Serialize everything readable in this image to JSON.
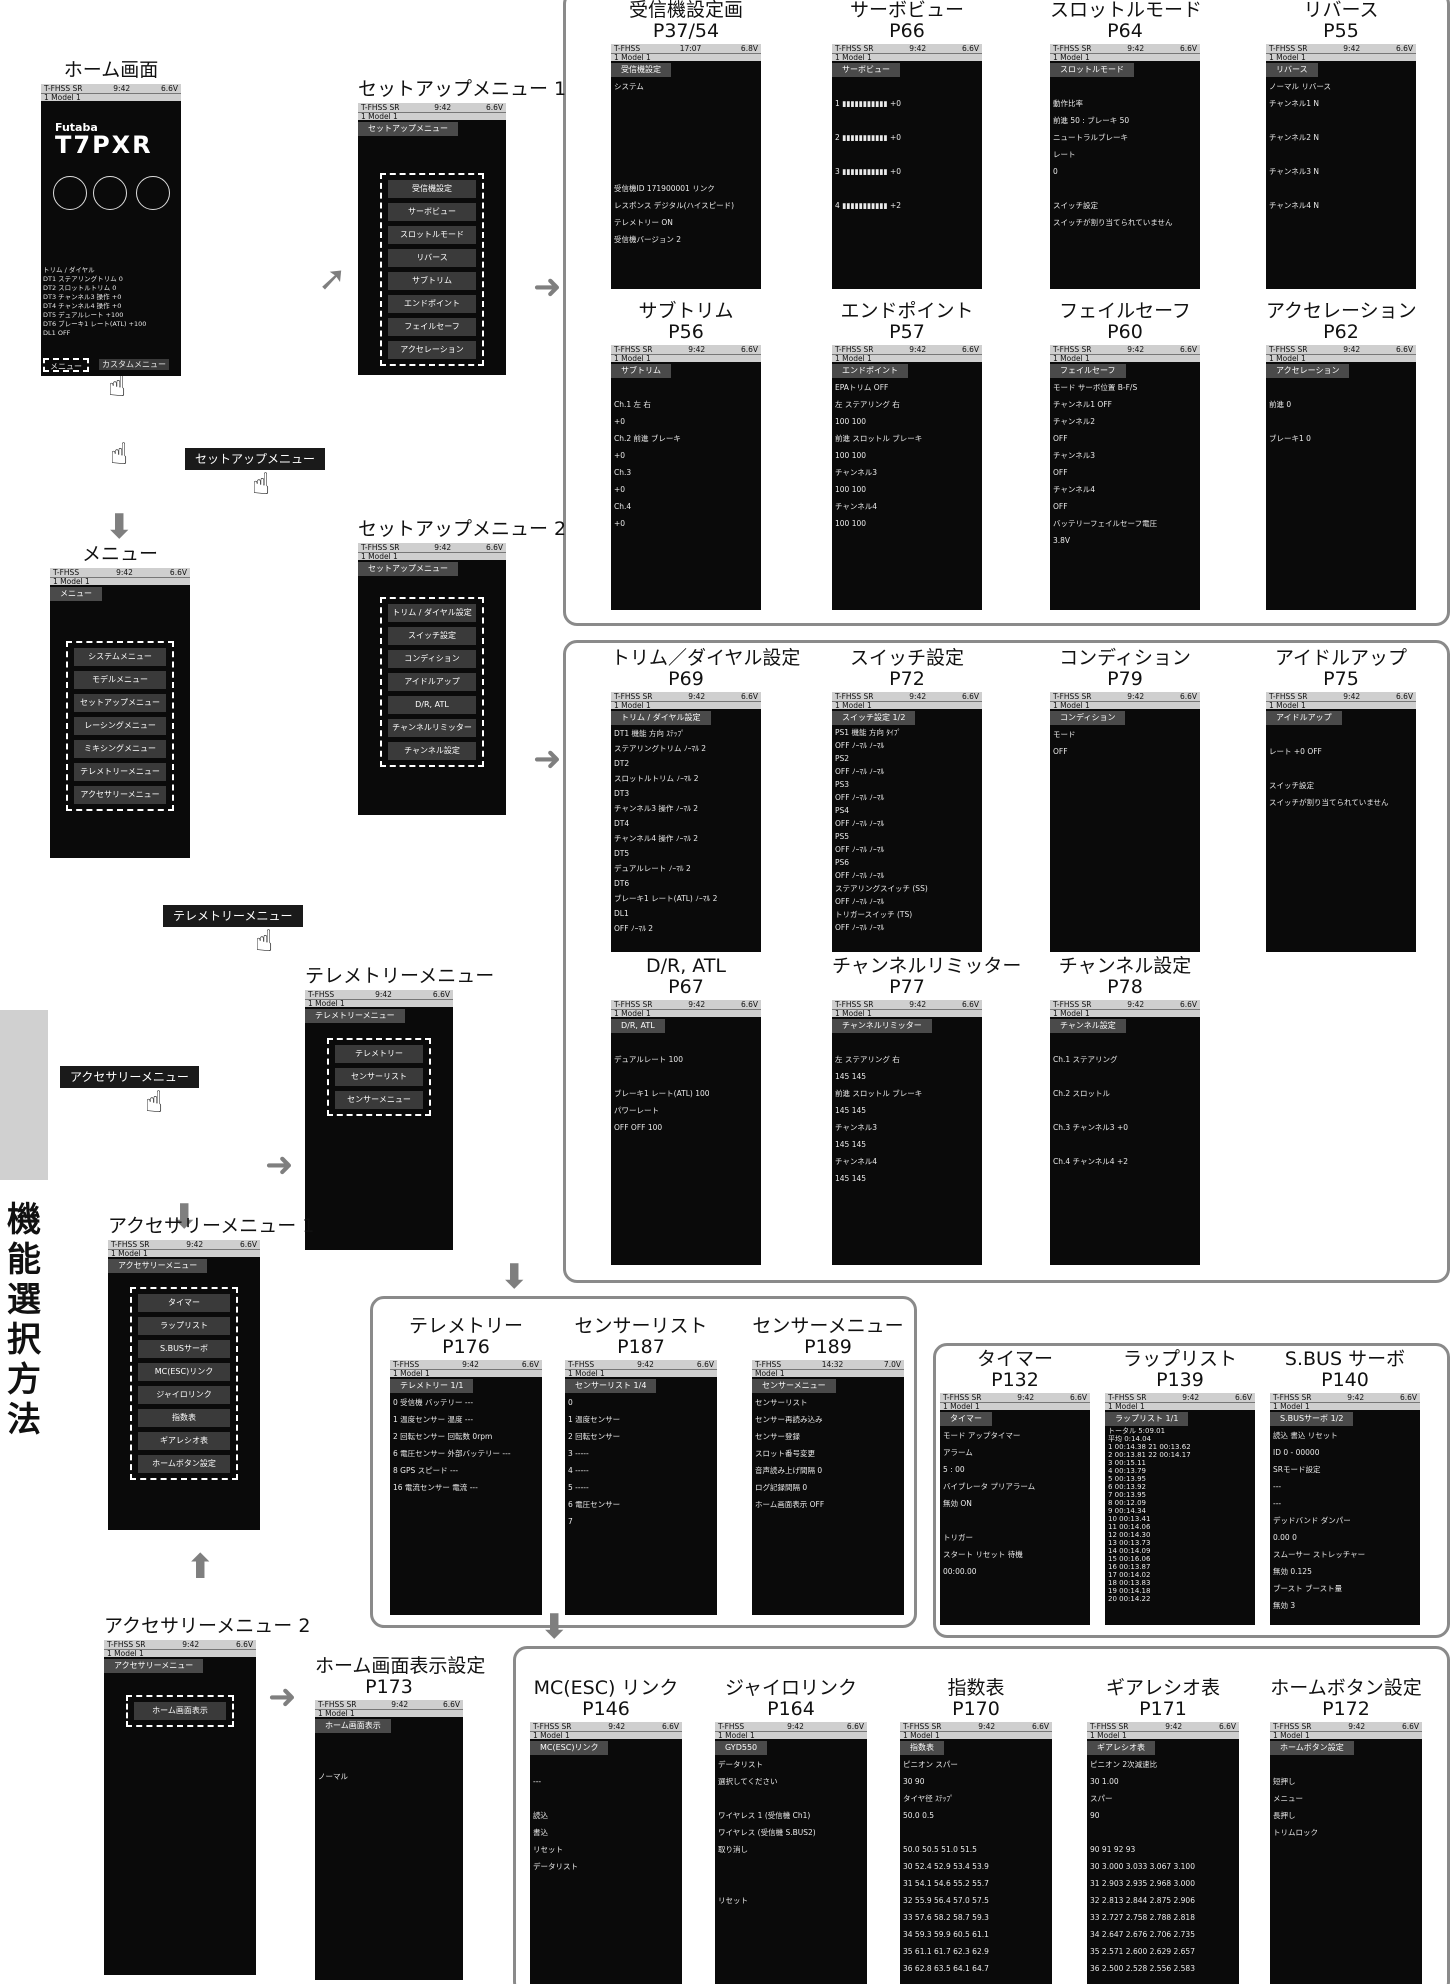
{
  "side_label": "機能選択方法",
  "callouts": {
    "setup": "セットアップメニュー",
    "telemetry": "テレメトリーメニュー",
    "accessory": "アクセサリーメニュー"
  },
  "flow": [
    {
      "title": "ホーム画面",
      "page": "",
      "sb": "T-FHSS SR",
      "time": "9:42",
      "batt": "6.6V",
      "model": "1   Model 1",
      "header": "",
      "rows": [
        "",
        "",
        "",
        "",
        "",
        "",
        "",
        "",
        "",
        "",
        "",
        ""
      ],
      "home": true,
      "home_brand": "Futaba",
      "home_name": "T7PXR",
      "home_lines": [
        "トリム / ダイヤル",
        "DT1 ステアリングトリム 0",
        "DT2 スロットルトリム 0",
        "DT3 チャンネル3 操作 +0",
        "DT4 チャンネル4 操作 +0",
        "DT5 デュアルレート +100",
        "DT6 ブレーキ1 レート(ATL) +100",
        "DL1 OFF"
      ],
      "home_menu": "メニュー",
      "home_custom": "カスタムメニュー"
    },
    {
      "title": "メニュー",
      "page": "",
      "sb": "T-FHSS",
      "time": "9:42",
      "batt": "6.6V",
      "model": "1   Model 1",
      "header": "メニュー",
      "menu": [
        "システムメニュー",
        "モデルメニュー",
        "セットアップメニュー",
        "レーシングメニュー",
        "ミキシングメニュー",
        "テレメトリーメニュー",
        "アクセサリーメニュー"
      ]
    },
    {
      "title": "セットアップメニュー 1",
      "page": "",
      "sb": "T-FHSS SR",
      "time": "9:42",
      "batt": "6.6V",
      "model": "1   Model 1",
      "header": "セットアップメニュー",
      "menu": [
        "受信機設定",
        "サーボビュー",
        "スロットルモード",
        "リバース",
        "サブトリム",
        "エンドポイント",
        "フェイルセーフ",
        "アクセレーション"
      ]
    },
    {
      "title": "セットアップメニュー 2",
      "page": "",
      "sb": "T-FHSS SR",
      "time": "9:42",
      "batt": "6.6V",
      "model": "1   Model 1",
      "header": "セットアップメニュー",
      "menu": [
        "トリム / ダイヤル設定",
        "スイッチ設定",
        "コンディション",
        "アイドルアップ",
        "D/R, ATL",
        "チャンネルリミッター",
        "チャンネル設定"
      ]
    },
    {
      "title": "テレメトリーメニュー",
      "page": "",
      "sb": "T-FHSS",
      "time": "9:42",
      "batt": "6.6V",
      "model": "1   Model 1",
      "header": "テレメトリーメニュー",
      "menu": [
        "テレメトリー",
        "センサーリスト",
        "センサーメニュー"
      ]
    },
    {
      "title": "アクセサリーメニュー 1",
      "page": "",
      "sb": "T-FHSS SR",
      "time": "9:42",
      "batt": "6.6V",
      "model": "1   Model 1",
      "header": "アクセサリーメニュー",
      "menu": [
        "タイマー",
        "ラップリスト",
        "S.BUSサーボ",
        "MC(ESC)リンク",
        "ジャイロリンク",
        "指数表",
        "ギアレシオ表",
        "ホームボタン設定"
      ]
    },
    {
      "title": "アクセサリーメニュー 2",
      "page": "",
      "sb": "T-FHSS SR",
      "time": "9:42",
      "batt": "6.6V",
      "model": "1   Model 1",
      "header": "アクセサリーメニュー",
      "menu": [
        "ホーム画面表示"
      ]
    },
    {
      "title": "ホーム画面表示設定",
      "page": "P173",
      "sb": "T-FHSS SR",
      "time": "9:42",
      "batt": "6.6V",
      "model": "1   Model 1",
      "header": "ホーム画面表示",
      "rows": [
        "",
        "",
        "ノーマル"
      ]
    }
  ],
  "screens": [
    {
      "title": "受信機設定画",
      "page": "P37/54",
      "sb": "T-FHSS",
      "time": "17:07",
      "batt": "6.8V",
      "model": "1   Model 1",
      "header": "受信機設定",
      "rows": [
        "システム",
        "",
        "",
        "",
        "",
        "",
        "受信機ID  171900001  リンク",
        "レスポンス  デジタル(ハイスピード)",
        "テレメトリー  ON",
        "受信機バージョン 2"
      ]
    },
    {
      "title": "サーボビュー",
      "page": "P66",
      "sb": "T-FHSS SR",
      "time": "9:42",
      "batt": "6.6V",
      "model": "1   Model 1",
      "header": "サーボビュー",
      "rows": [
        "",
        "1  ▮▮▮▮▮▮▮▮▮▮▮  +0",
        "",
        "2  ▮▮▮▮▮▮▮▮▮▮▮  +0",
        "",
        "3  ▮▮▮▮▮▮▮▮▮▮▮  +0",
        "",
        "4  ▮▮▮▮▮▮▮▮▮▮▮  +2"
      ]
    },
    {
      "title": "スロットルモード",
      "page": "P64",
      "sb": "T-FHSS SR",
      "time": "9:42",
      "batt": "6.6V",
      "model": "1   Model 1",
      "header": "スロットルモード",
      "rows": [
        "",
        "動作比率",
        "前進 50 : ブレーキ 50",
        "ニュートラルブレーキ",
        "レート",
        "0",
        "",
        "スイッチ設定",
        "スイッチが割り当てられていません"
      ]
    },
    {
      "title": "リバース",
      "page": "P55",
      "sb": "T-FHSS SR",
      "time": "9:42",
      "batt": "6.6V",
      "model": "1   Model 1",
      "header": "リバース",
      "rows": [
        "ノーマル  リバース",
        "チャンネル1  N",
        "",
        "チャンネル2  N",
        "",
        "チャンネル3  N",
        "",
        "チャンネル4  N"
      ]
    },
    {
      "title": "サブトリム",
      "page": "P56",
      "sb": "T-FHSS SR",
      "time": "9:42",
      "batt": "6.6V",
      "model": "1   Model 1",
      "header": "サブトリム",
      "rows": [
        "",
        "Ch.1  左       右",
        "+0",
        "Ch.2  前進   ブレーキ",
        "+0",
        "Ch.3",
        "+0",
        "Ch.4",
        "+0"
      ]
    },
    {
      "title": "エンドポイント",
      "page": "P57",
      "sb": "T-FHSS SR",
      "time": "9:42",
      "batt": "6.6V",
      "model": "1   Model 1",
      "header": "エンドポイント",
      "rows": [
        "EPAトリム  OFF",
        "左  ステアリング  右",
        "100        100",
        "前進  スロットル  ブレーキ",
        "100        100",
        "チャンネル3",
        "100        100",
        "チャンネル4",
        "100        100"
      ]
    },
    {
      "title": "フェイルセーフ",
      "page": "P60",
      "sb": "T-FHSS SR",
      "time": "9:42",
      "batt": "6.6V",
      "model": "1   Model 1",
      "header": "フェイルセーフ",
      "rows": [
        "モード  サーボ位置  B-F/S",
        "チャンネル1  OFF",
        "チャンネル2",
        "OFF",
        "チャンネル3",
        "OFF",
        "チャンネル4",
        "OFF",
        "バッテリーフェイルセーフ電圧",
        "3.8V"
      ]
    },
    {
      "title": "アクセレーション",
      "page": "P62",
      "sb": "T-FHSS SR",
      "time": "9:42",
      "batt": "6.6V",
      "model": "1   Model 1",
      "header": "アクセレーション",
      "rows": [
        "",
        "前進   0",
        "",
        "ブレーキ1   0"
      ]
    },
    {
      "title": "トリム／ダイヤル設定",
      "page": "P69",
      "sb": "T-FHSS SR",
      "time": "9:42",
      "batt": "6.6V",
      "model": "1   Model 1",
      "header": "トリム / ダイヤル設定",
      "rows": [
        "DT1  機能  方向 ｽﾃｯﾌﾟ",
        "ステアリングトリム  ﾉｰﾏﾙ 2",
        "DT2",
        "スロットルトリム  ﾉｰﾏﾙ 2",
        "DT3",
        "チャンネル3 操作  ﾉｰﾏﾙ 2",
        "DT4",
        "チャンネル4 操作  ﾉｰﾏﾙ 2",
        "DT5",
        "デュアルレート  ﾉｰﾏﾙ 2",
        "DT6",
        "ブレーキ1 レート(ATL)  ﾉｰﾏﾙ 2",
        "DL1",
        "OFF  ﾉｰﾏﾙ 2"
      ]
    },
    {
      "title": "スイッチ設定",
      "page": "P72",
      "sb": "T-FHSS SR",
      "time": "9:42",
      "batt": "6.6V",
      "model": "1   Model 1",
      "header": "スイッチ設定  1/2",
      "rows": [
        "PS1  機能  方向 ﾀｲﾌﾟ",
        "OFF  ﾉｰﾏﾙ ﾉｰﾏﾙ",
        "PS2",
        "OFF  ﾉｰﾏﾙ ﾉｰﾏﾙ",
        "PS3",
        "OFF  ﾉｰﾏﾙ ﾉｰﾏﾙ",
        "PS4",
        "OFF  ﾉｰﾏﾙ ﾉｰﾏﾙ",
        "PS5",
        "OFF  ﾉｰﾏﾙ ﾉｰﾏﾙ",
        "PS6",
        "OFF  ﾉｰﾏﾙ ﾉｰﾏﾙ",
        "ステアリングスイッチ (SS)",
        "OFF  ﾉｰﾏﾙ ﾉｰﾏﾙ",
        "トリガースイッチ (TS)",
        "OFF  ﾉｰﾏﾙ ﾉｰﾏﾙ"
      ]
    },
    {
      "title": "コンディション",
      "page": "P79",
      "sb": "T-FHSS SR",
      "time": "9:42",
      "batt": "6.6V",
      "model": "1   Model 1",
      "header": "コンディション",
      "rows": [
        "モード",
        "OFF"
      ]
    },
    {
      "title": "アイドルアップ",
      "page": "P75",
      "sb": "T-FHSS SR",
      "time": "9:42",
      "batt": "6.6V",
      "model": "1   Model 1",
      "header": "アイドルアップ",
      "rows": [
        "",
        "レート   +0  OFF",
        "",
        "スイッチ設定",
        "スイッチが割り当てられていません"
      ]
    },
    {
      "title": "D/R, ATL",
      "page": "P67",
      "sb": "T-FHSS SR",
      "time": "9:42",
      "batt": "6.6V",
      "model": "1   Model 1",
      "header": "D/R, ATL",
      "rows": [
        "",
        "デュアルレート   100",
        "",
        "ブレーキ1 レート(ATL)   100",
        "パワーレート",
        "OFF  OFF   100"
      ]
    },
    {
      "title": "チャンネルリミッター",
      "page": "P77",
      "sb": "T-FHSS SR",
      "time": "9:42",
      "batt": "6.6V",
      "model": "1   Model 1",
      "header": "チャンネルリミッター",
      "rows": [
        "",
        "左  ステアリング  右",
        "145        145",
        "前進  スロットル  ブレーキ",
        "145        145",
        "チャンネル3",
        "145        145",
        "チャンネル4",
        "145        145"
      ]
    },
    {
      "title": "チャンネル設定",
      "page": "P78",
      "sb": "T-FHSS SR",
      "time": "9:42",
      "batt": "6.6V",
      "model": "1   Model 1",
      "header": "チャンネル設定",
      "rows": [
        "",
        "Ch.1  ステアリング",
        "",
        "Ch.2  スロットル",
        "",
        "Ch.3  チャンネル3  +0",
        "",
        "Ch.4  チャンネル4  +2"
      ]
    },
    {
      "title": "テレメトリー",
      "page": "P176",
      "sb": "T-FHSS",
      "time": "9:42",
      "batt": "6.6V",
      "model": "1   Model 1",
      "header": "テレメトリー  1/1",
      "rows": [
        "0  受信機  バッテリー ---",
        "1  温度センサー  温度 ---",
        "2  回転センサー  回転数 0rpm",
        "6  電圧センサー  外部バッテリー ---",
        "8  GPS  スピード ---",
        "16  電流センサー  電流 ---"
      ]
    },
    {
      "title": "センサーリスト",
      "page": "P187",
      "sb": "T-FHSS",
      "time": "9:42",
      "batt": "6.6V",
      "model": "1   Model 1",
      "header": "センサーリスト  1/4",
      "rows": [
        "0",
        "1  温度センサー",
        "2  回転センサー",
        "3  -----",
        "4  -----",
        "5  -----",
        "6  電圧センサー",
        "7"
      ]
    },
    {
      "title": "センサーメニュー",
      "page": "P189",
      "sb": "T-FHSS",
      "time": "14:32",
      "batt": "7.0V",
      "model": "Model 1",
      "header": "センサーメニュー",
      "rows": [
        "センサーリスト",
        "センサー再読み込み",
        "センサー登録",
        "スロット番号変更",
        "音声読み上げ間隔  0",
        "ログ記録間隔  0",
        "ホーム画面表示  OFF"
      ]
    },
    {
      "title": "タイマー",
      "page": "P132",
      "sb": "T-FHSS SR",
      "time": "9:42",
      "batt": "6.6V",
      "model": "1   Model 1",
      "header": "タイマー",
      "rows": [
        "モード  アップタイマー",
        "アラーム",
        "5 : 00",
        "バイブレータ  プリアラーム",
        "無効  ON",
        "",
        "トリガー",
        "スタート  リセット  待機",
        "00:00.00"
      ]
    },
    {
      "title": "ラップリスト",
      "page": "P139",
      "sb": "T-FHSS SR",
      "time": "9:42",
      "batt": "6.6V",
      "model": "1   Model 1",
      "header": "ラップリスト  1/1",
      "rows": [
        "トータル  5:09.01",
        "平均  0:14.04",
        "1 00:14.38  21 00:13.62",
        "2 00:13.81  22 00:14.17",
        "3 00:15.11",
        "4 00:13.79",
        "5 00:13.95",
        "6 00:13.92",
        "7 00:13.95",
        "8 00:12.09",
        "9 00:14.34",
        "10 00:13.41",
        "11 00:14.06",
        "12 00:14.30",
        "13 00:13.73",
        "14 00:14.09",
        "15 00:16.06",
        "16 00:13.87",
        "17 00:14.02",
        "18 00:13.83",
        "19 00:14.18",
        "20 00:14.22"
      ]
    },
    {
      "title": "S.BUS サーボ",
      "page": "P140",
      "sb": "T-FHSS SR",
      "time": "9:42",
      "batt": "6.6V",
      "model": "1   Model 1",
      "header": "S.BUSサーボ  1/2",
      "rows": [
        "読込  書込  リセット",
        "ID 0 - 00000",
        "SRモード設定",
        "---",
        "---",
        "デッドバンド  ダンパー",
        "0.00  0",
        "スムーサー  ストレッチャー",
        "無効  0.125",
        "ブースト  ブースト量",
        "無効  3"
      ]
    },
    {
      "title": "MC(ESC) リンク",
      "page": "P146",
      "sb": "T-FHSS SR",
      "time": "9:42",
      "batt": "6.6V",
      "model": "1   Model 1",
      "header": "MC(ESC)リンク",
      "rows": [
        "",
        "---",
        "",
        "読込",
        "書込",
        "リセット",
        "データリスト"
      ]
    },
    {
      "title": "ジャイロリンク",
      "page": "P164",
      "sb": "T-FHSS",
      "time": "9:42",
      "batt": "6.6V",
      "model": "1   Model 1",
      "header": "GYD550",
      "rows": [
        "データリスト",
        "選択してください",
        "",
        "ワイヤレス 1 (受信機 Ch1)",
        "ワイヤレス (受信機 S.BUS2)",
        "取り消し",
        "",
        "",
        "リセット"
      ]
    },
    {
      "title": "指数表",
      "page": "P170",
      "sb": "T-FHSS SR",
      "time": "9:42",
      "batt": "6.6V",
      "model": "1   Model 1",
      "header": "指数表",
      "rows": [
        "ピニオン  スパー",
        "30  90",
        "タイヤ径  ｽﾃｯﾌﾟ",
        "50.0  0.5",
        "",
        "50.0 50.5 51.0 51.5",
        "30 52.4 52.9 53.4 53.9",
        "31 54.1 54.6 55.2 55.7",
        "32 55.9 56.4 57.0 57.5",
        "33 57.6 58.2 58.7 59.3",
        "34 59.3 59.9 60.5 61.1",
        "35 61.1 61.7 62.3 62.9",
        "36 62.8 63.5 64.1 64.7"
      ]
    },
    {
      "title": "ギアレシオ表",
      "page": "P171",
      "sb": "T-FHSS SR",
      "time": "9:42",
      "batt": "6.6V",
      "model": "1   Model 1",
      "header": "ギアレシオ表",
      "rows": [
        "ピニオン  2次減速比",
        "30  1.00",
        "スパー",
        "90",
        "",
        "90 91 92 93",
        "30 3.000 3.033 3.067 3.100",
        "31 2.903 2.935 2.968 3.000",
        "32 2.813 2.844 2.875 2.906",
        "33 2.727 2.758 2.788 2.818",
        "34 2.647 2.676 2.706 2.735",
        "35 2.571 2.600 2.629 2.657",
        "36 2.500 2.528 2.556 2.583"
      ]
    },
    {
      "title": "ホームボタン設定",
      "page": "P172",
      "sb": "T-FHSS SR",
      "time": "9:42",
      "batt": "6.6V",
      "model": "1   Model 1",
      "header": "ホームボタン設定",
      "rows": [
        "",
        "短押し",
        "メニュー",
        "長押し",
        "トリムロック"
      ]
    }
  ]
}
